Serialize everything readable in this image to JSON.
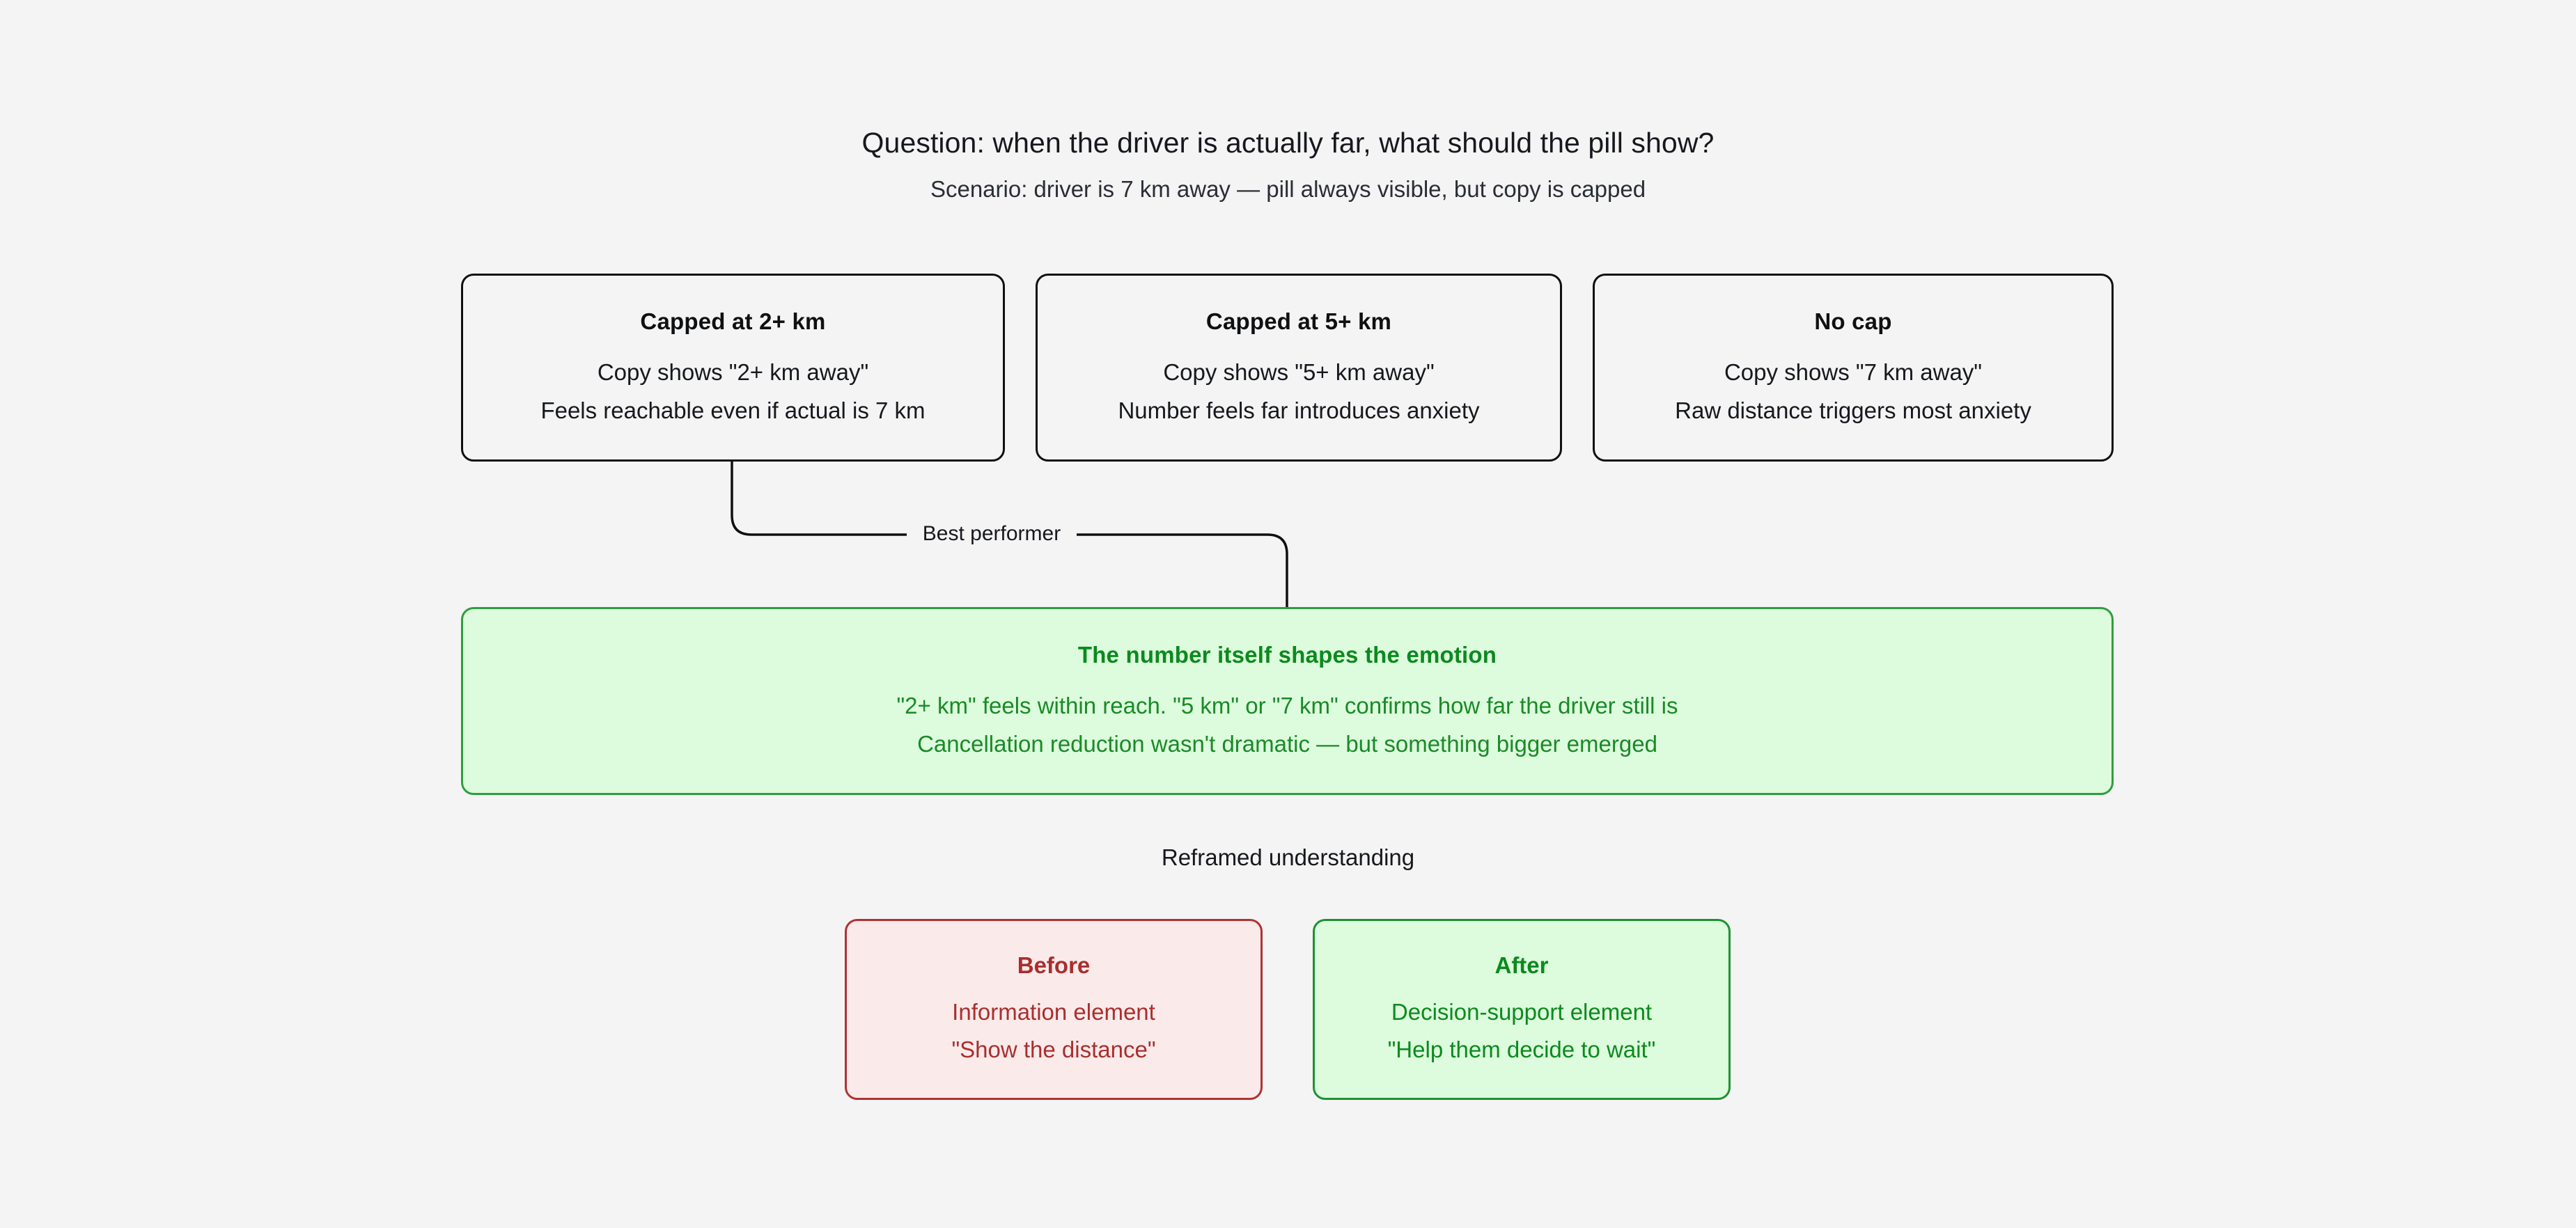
{
  "header": {
    "question": "Question: when the driver is actually far, what should the pill show?",
    "scenario": "Scenario: driver is 7 km away — pill always visible, but copy is capped"
  },
  "options": [
    {
      "title": "Capped at 2+ km",
      "line1": "Copy shows \"2+ km away\"",
      "line2": "Feels reachable even if actual is 7 km"
    },
    {
      "title": "Capped at 5+ km",
      "line1": "Copy shows \"5+ km away\"",
      "line2": "Number feels far introduces anxiety"
    },
    {
      "title": "No cap",
      "line1": "Copy shows \"7 km away\"",
      "line2": "Raw distance triggers most anxiety"
    }
  ],
  "connector": {
    "label": "Best performer"
  },
  "callout": {
    "title": "The number itself shapes the emotion",
    "line1": "\"2+ km\" feels within reach. \"5 km\" or \"7 km\" confirms how far the driver still is",
    "line2": "Cancellation reduction wasn't dramatic — but something bigger emerged"
  },
  "reframe": {
    "label": "Reframed understanding",
    "before": {
      "title": "Before",
      "line1": "Information element",
      "line2": "\"Show the distance\""
    },
    "after": {
      "title": "After",
      "line1": "Decision-support element",
      "line2": "\"Help them decide to wait\""
    }
  },
  "colors": {
    "background": "#f4f4f4",
    "card_border": "#0f1012",
    "green_border": "#2e9e3f",
    "green_fill": "#ddfbdd",
    "green_text": "#0b8a1e",
    "red_border": "#b03232",
    "red_fill": "#fbeaea",
    "red_text": "#a82f2f"
  }
}
